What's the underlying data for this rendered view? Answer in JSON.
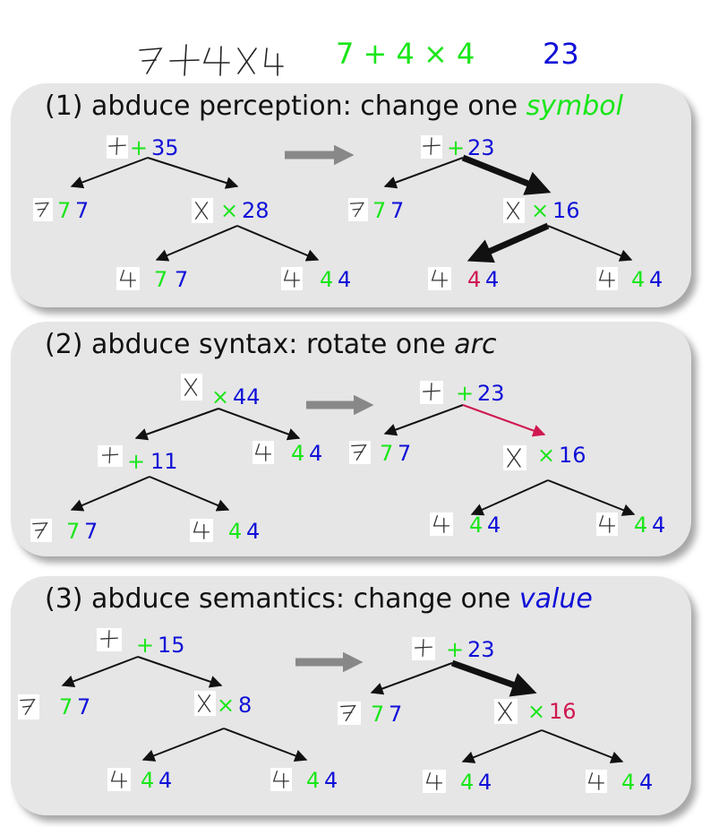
{
  "header": {
    "handwritten": "7+4×4",
    "expression": "7 + 4 × 4",
    "result": "23"
  },
  "colors": {
    "symbol": "#19e619",
    "value": "#1010d8",
    "error": "#d01850",
    "arrow": "#888888"
  },
  "panels": [
    {
      "title_prefix": "(1) abduce perception: change one ",
      "keyword": "symbol",
      "left": {
        "root": {
          "sym": "+",
          "val": "35"
        },
        "mid": {
          "sym": "×",
          "val": "28"
        },
        "l1": {
          "sym": "7",
          "val": "7"
        },
        "l2": {
          "sym": "7",
          "val": "7"
        },
        "l3": {
          "sym": "4",
          "val": "4"
        }
      },
      "right": {
        "root": {
          "sym": "+",
          "val": "23"
        },
        "mid": {
          "sym": "×",
          "val": "16"
        },
        "l1": {
          "sym": "7",
          "val": "7"
        },
        "l2": {
          "sym": "4",
          "val": "4"
        },
        "l3": {
          "sym": "4",
          "val": "4"
        }
      }
    },
    {
      "title_prefix": "(2) abduce syntax: rotate one ",
      "keyword": "arc",
      "left": {
        "root": {
          "sym": "×",
          "val": "44"
        },
        "mid": {
          "sym": "+",
          "val": "11"
        },
        "l1": {
          "sym": "7",
          "val": "7"
        },
        "l2": {
          "sym": "4",
          "val": "4"
        },
        "l3": {
          "sym": "4",
          "val": "4"
        }
      },
      "right": {
        "root": {
          "sym": "+",
          "val": "23"
        },
        "mid": {
          "sym": "×",
          "val": "16"
        },
        "l1": {
          "sym": "7",
          "val": "7"
        },
        "l2": {
          "sym": "4",
          "val": "4"
        },
        "l3": {
          "sym": "4",
          "val": "4"
        }
      }
    },
    {
      "title_prefix": "(3) abduce semantics: change one ",
      "keyword": "value",
      "left": {
        "root": {
          "sym": "+",
          "val": "15"
        },
        "mid": {
          "sym": "×",
          "val": "8"
        },
        "l1": {
          "sym": "7",
          "val": "7"
        },
        "l2": {
          "sym": "4",
          "val": "4"
        },
        "l3": {
          "sym": "4",
          "val": "4"
        }
      },
      "right": {
        "root": {
          "sym": "+",
          "val": "23"
        },
        "mid": {
          "sym": "×",
          "val": "16"
        },
        "l1": {
          "sym": "7",
          "val": "7"
        },
        "l2": {
          "sym": "4",
          "val": "4"
        },
        "l3": {
          "sym": "4",
          "val": "4"
        }
      }
    }
  ]
}
